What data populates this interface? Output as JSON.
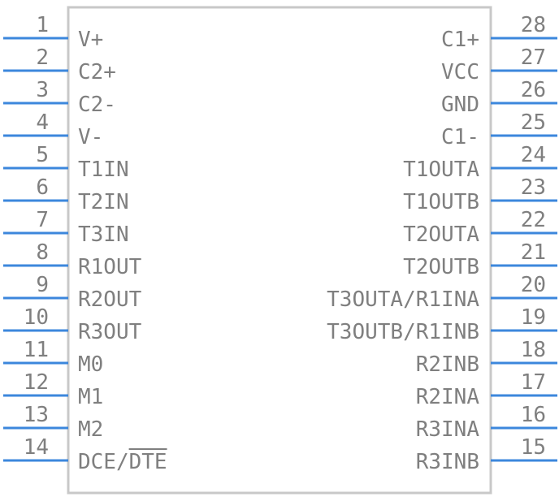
{
  "colors": {
    "body_outline": "#c8c8c8",
    "pin_line": "#3c87dc",
    "text": "#7f7f7f",
    "background": "#ffffff"
  },
  "left_pins": [
    {
      "number": "1",
      "label": "V+"
    },
    {
      "number": "2",
      "label": "C2+"
    },
    {
      "number": "3",
      "label": "C2-"
    },
    {
      "number": "4",
      "label": "V-"
    },
    {
      "number": "5",
      "label": "T1IN"
    },
    {
      "number": "6",
      "label": "T2IN"
    },
    {
      "number": "7",
      "label": "T3IN"
    },
    {
      "number": "8",
      "label": "R1OUT"
    },
    {
      "number": "9",
      "label": "R2OUT"
    },
    {
      "number": "10",
      "label": "R3OUT"
    },
    {
      "number": "11",
      "label": "M0"
    },
    {
      "number": "12",
      "label": "M1"
    },
    {
      "number": "13",
      "label": "M2"
    },
    {
      "number": "14",
      "label": "DCE/DTE",
      "overbar_part": "DTE"
    }
  ],
  "right_pins": [
    {
      "number": "28",
      "label": "C1+"
    },
    {
      "number": "27",
      "label": "VCC"
    },
    {
      "number": "26",
      "label": "GND"
    },
    {
      "number": "25",
      "label": "C1-"
    },
    {
      "number": "24",
      "label": "T1OUTA"
    },
    {
      "number": "23",
      "label": "T1OUTB"
    },
    {
      "number": "22",
      "label": "T2OUTA"
    },
    {
      "number": "21",
      "label": "T2OUTB"
    },
    {
      "number": "20",
      "label": "T3OUTA/R1INA"
    },
    {
      "number": "19",
      "label": "T3OUTB/R1INB"
    },
    {
      "number": "18",
      "label": "R2INB"
    },
    {
      "number": "17",
      "label": "R2INA"
    },
    {
      "number": "16",
      "label": "R3INA"
    },
    {
      "number": "15",
      "label": "R3INB"
    }
  ]
}
